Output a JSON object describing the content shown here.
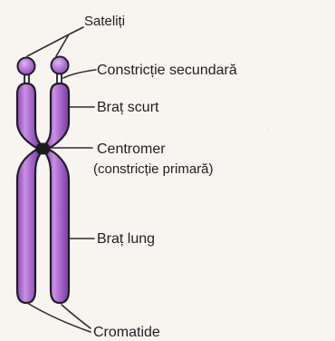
{
  "diagram": {
    "labels": {
      "sateliti": "Sateliți",
      "constrictie_secundara": "Constricție secundară",
      "brat_scurt": "Braț scurt",
      "centromer": "Centromer",
      "constrictie_primara": "(constricție primară)",
      "brat_lung": "Braț lung",
      "cromatide": "Cromatide"
    },
    "colors": {
      "chromosome_fill": "#a463c9",
      "chromosome_highlight": "#d7b1ea",
      "outline": "#1e1e25",
      "centromere": "#1b1b1f",
      "text": "#1f1f24",
      "background": "#f8f5f0"
    }
  }
}
